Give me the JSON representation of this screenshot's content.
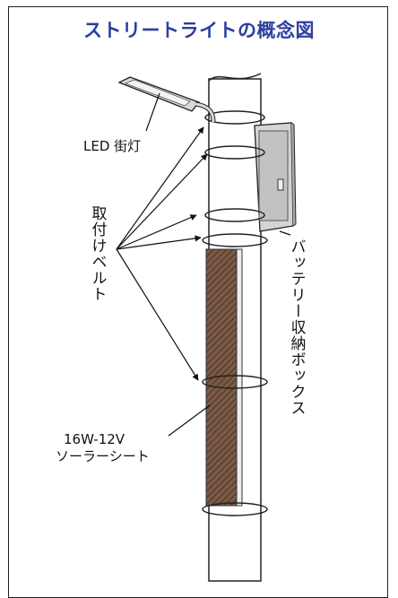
{
  "title": "ストリートライトの概念図",
  "labels": {
    "led_light": "LED 街灯",
    "mount_belt": "取付けベルト",
    "battery_box": "バッテリー収納ボックス",
    "solar_sheet_line1": "16W-12V",
    "solar_sheet_line2": "ソーラーシート"
  },
  "colors": {
    "title": "#2b3f9e",
    "solar_sheet": "#6b4a3a",
    "pole_outline": "#222222",
    "battery_box": "#c9c9c9"
  }
}
